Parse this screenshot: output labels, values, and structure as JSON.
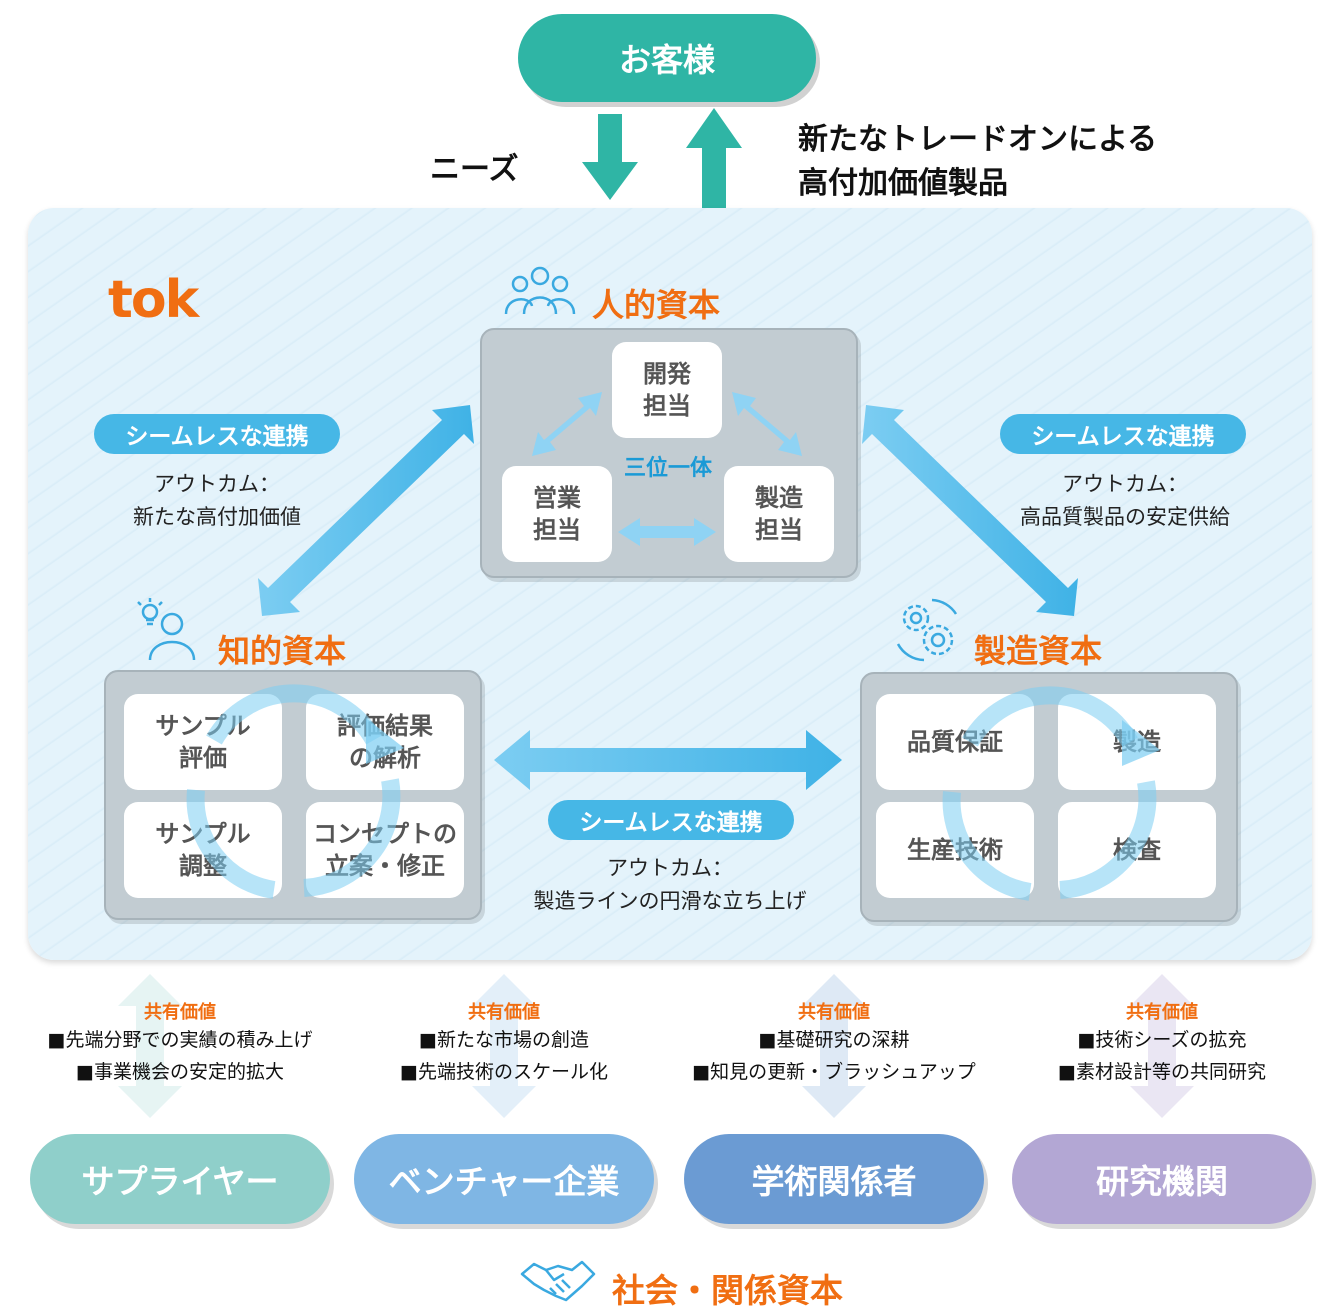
{
  "top": {
    "customer": "お客様",
    "needs": "ニーズ",
    "offer_line1": "新たなトレードオンによる",
    "offer_line2": "高付加価値製品"
  },
  "logo": "tok",
  "human_capital": {
    "title": "人的資本",
    "center_label": "三位一体",
    "roles": [
      {
        "line1": "開発",
        "line2": "担当"
      },
      {
        "line1": "営業",
        "line2": "担当"
      },
      {
        "line1": "製造",
        "line2": "担当"
      }
    ]
  },
  "intellectual_capital": {
    "title": "知的資本",
    "cells": [
      {
        "line1": "サンプル",
        "line2": "評価"
      },
      {
        "line1": "評価結果",
        "line2": "の解析"
      },
      {
        "line1": "サンプル",
        "line2": "調整"
      },
      {
        "line1": "コンセプトの",
        "line2": "立案・修正"
      }
    ]
  },
  "manufactured_capital": {
    "title": "製造資本",
    "cells": [
      "品質保証",
      "製造",
      "生産技術",
      "検査"
    ]
  },
  "collaborations": [
    {
      "label": "シームレスな連携",
      "outcome_label": "アウトカム：",
      "outcome": "新たな高付加価値"
    },
    {
      "label": "シームレスな連携",
      "outcome_label": "アウトカム：",
      "outcome": "高品質製品の安定供給"
    },
    {
      "label": "シームレスな連携",
      "outcome_label": "アウトカム：",
      "outcome": "製造ラインの円滑な立ち上げ"
    }
  ],
  "shared_value": [
    {
      "title": "共有価値",
      "lines": [
        "■先端分野での実績の積み上げ",
        "■事業機会の安定的拡大"
      ]
    },
    {
      "title": "共有価値",
      "lines": [
        "■新たな市場の創造",
        "■先端技術のスケール化"
      ]
    },
    {
      "title": "共有価値",
      "lines": [
        "■基礎研究の深耕",
        "■知見の更新・ブラッシュアップ"
      ]
    },
    {
      "title": "共有価値",
      "lines": [
        "■技術シーズの拡充",
        "■素材設計等の共同研究"
      ]
    }
  ],
  "partners": [
    {
      "label": "サプライヤー",
      "color": "#8fcfca"
    },
    {
      "label": "ベンチャー企業",
      "color": "#7fb6e4"
    },
    {
      "label": "学術関係者",
      "color": "#6b9bd3"
    },
    {
      "label": "研究機関",
      "color": "#b3a7d4"
    }
  ],
  "social_capital": {
    "title": "社会・関係資本"
  },
  "colors": {
    "accent_orange": "#f06e12",
    "teal": "#2fb5a5",
    "collab_blue": "#46b7e6",
    "arrow_blue": "#5fc0ec"
  },
  "icons": [
    "people-group-icon",
    "lightbulb-person-icon",
    "gears-icon",
    "handshake-icon"
  ]
}
